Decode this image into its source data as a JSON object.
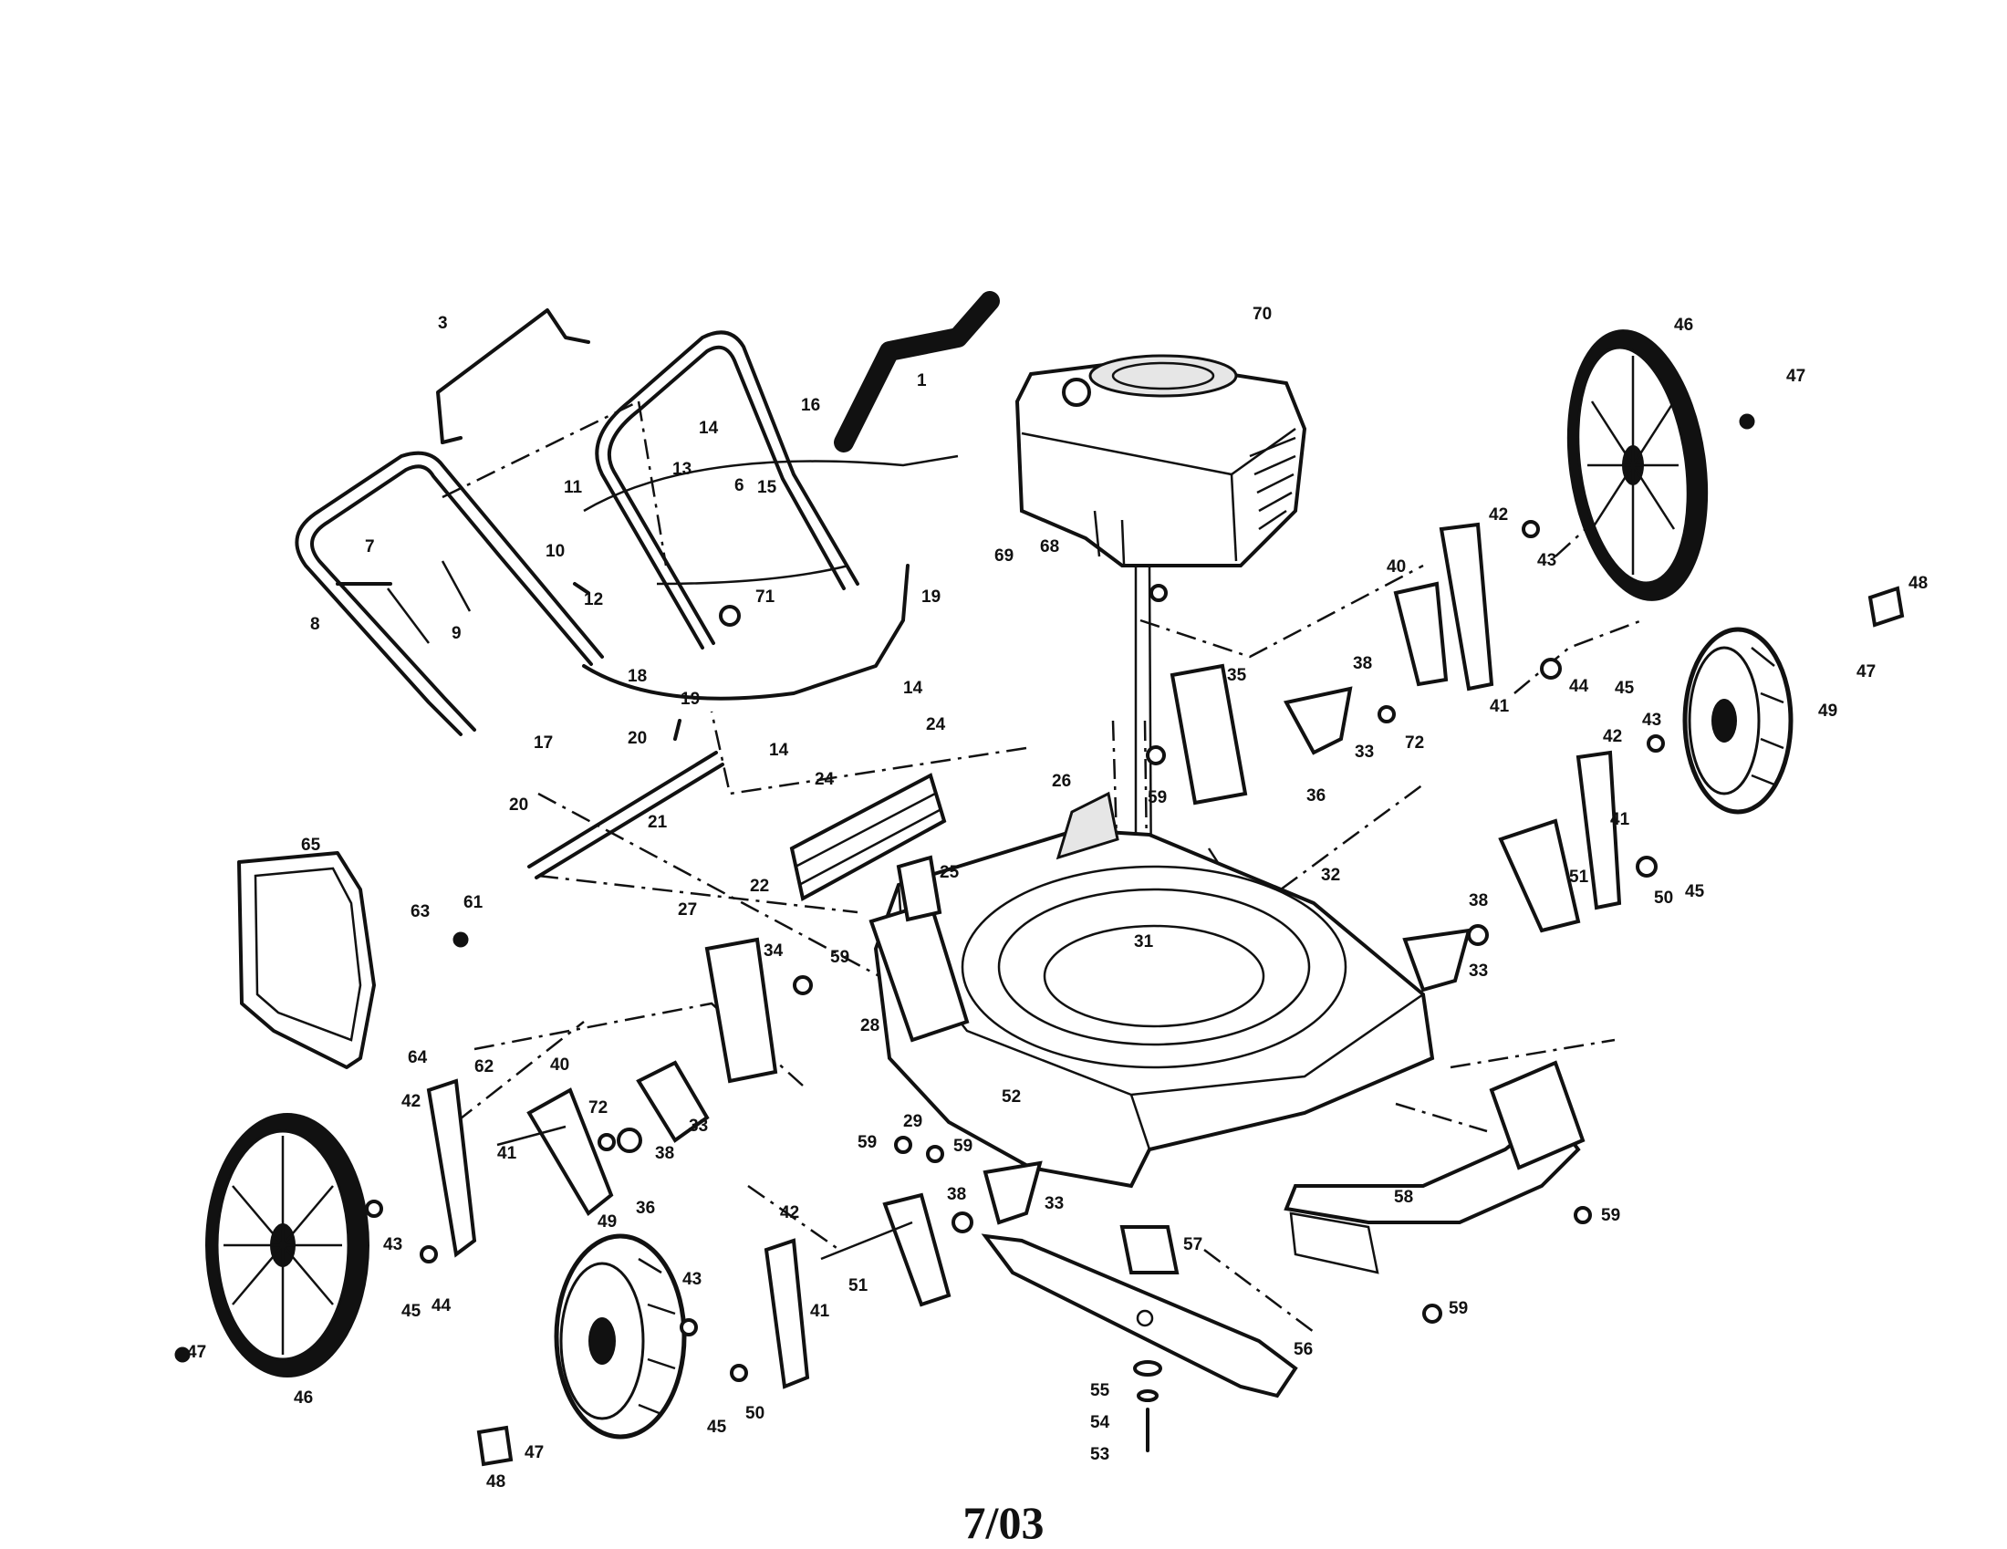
{
  "diagram": {
    "footer": "7/03",
    "callouts": [
      {
        "id": "p1",
        "text": "1"
      },
      {
        "id": "p3",
        "text": "3"
      },
      {
        "id": "p6",
        "text": "6"
      },
      {
        "id": "p7",
        "text": "7"
      },
      {
        "id": "p8",
        "text": "8"
      },
      {
        "id": "p9",
        "text": "9"
      },
      {
        "id": "p10",
        "text": "10"
      },
      {
        "id": "p11",
        "text": "11"
      },
      {
        "id": "p12",
        "text": "12"
      },
      {
        "id": "p13",
        "text": "13"
      },
      {
        "id": "p14a",
        "text": "14"
      },
      {
        "id": "p14b",
        "text": "14"
      },
      {
        "id": "p14c",
        "text": "14"
      },
      {
        "id": "p15",
        "text": "15"
      },
      {
        "id": "p16",
        "text": "16"
      },
      {
        "id": "p17",
        "text": "17"
      },
      {
        "id": "p18",
        "text": "18"
      },
      {
        "id": "p19a",
        "text": "19"
      },
      {
        "id": "p19b",
        "text": "19"
      },
      {
        "id": "p20a",
        "text": "20"
      },
      {
        "id": "p20b",
        "text": "20"
      },
      {
        "id": "p21",
        "text": "21"
      },
      {
        "id": "p22",
        "text": "22"
      },
      {
        "id": "p24a",
        "text": "24"
      },
      {
        "id": "p24b",
        "text": "24"
      },
      {
        "id": "p25",
        "text": "25"
      },
      {
        "id": "p26",
        "text": "26"
      },
      {
        "id": "p27",
        "text": "27"
      },
      {
        "id": "p28",
        "text": "28"
      },
      {
        "id": "p29",
        "text": "29"
      },
      {
        "id": "p31",
        "text": "31"
      },
      {
        "id": "p32",
        "text": "32"
      },
      {
        "id": "p33a",
        "text": "33"
      },
      {
        "id": "p33b",
        "text": "33"
      },
      {
        "id": "p33c",
        "text": "33"
      },
      {
        "id": "p33d",
        "text": "33"
      },
      {
        "id": "p34",
        "text": "34"
      },
      {
        "id": "p35",
        "text": "35"
      },
      {
        "id": "p36a",
        "text": "36"
      },
      {
        "id": "p36b",
        "text": "36"
      },
      {
        "id": "p38a",
        "text": "38"
      },
      {
        "id": "p38b",
        "text": "38"
      },
      {
        "id": "p38c",
        "text": "38"
      },
      {
        "id": "p38d",
        "text": "38"
      },
      {
        "id": "p40a",
        "text": "40"
      },
      {
        "id": "p40b",
        "text": "40"
      },
      {
        "id": "p41a",
        "text": "41"
      },
      {
        "id": "p41b",
        "text": "41"
      },
      {
        "id": "p41c",
        "text": "41"
      },
      {
        "id": "p41d",
        "text": "41"
      },
      {
        "id": "p42a",
        "text": "42"
      },
      {
        "id": "p42b",
        "text": "42"
      },
      {
        "id": "p42c",
        "text": "42"
      },
      {
        "id": "p42d",
        "text": "42"
      },
      {
        "id": "p43a",
        "text": "43"
      },
      {
        "id": "p43b",
        "text": "43"
      },
      {
        "id": "p43c",
        "text": "43"
      },
      {
        "id": "p43d",
        "text": "43"
      },
      {
        "id": "p44a",
        "text": "44"
      },
      {
        "id": "p44b",
        "text": "44"
      },
      {
        "id": "p45a",
        "text": "45"
      },
      {
        "id": "p45b",
        "text": "45"
      },
      {
        "id": "p45c",
        "text": "45"
      },
      {
        "id": "p45d",
        "text": "45"
      },
      {
        "id": "p46a",
        "text": "46"
      },
      {
        "id": "p46b",
        "text": "46"
      },
      {
        "id": "p47a",
        "text": "47"
      },
      {
        "id": "p47b",
        "text": "47"
      },
      {
        "id": "p47c",
        "text": "47"
      },
      {
        "id": "p47d",
        "text": "47"
      },
      {
        "id": "p48a",
        "text": "48"
      },
      {
        "id": "p48b",
        "text": "48"
      },
      {
        "id": "p49a",
        "text": "49"
      },
      {
        "id": "p49b",
        "text": "49"
      },
      {
        "id": "p50a",
        "text": "50"
      },
      {
        "id": "p50b",
        "text": "50"
      },
      {
        "id": "p51a",
        "text": "51"
      },
      {
        "id": "p51b",
        "text": "51"
      },
      {
        "id": "p52",
        "text": "52"
      },
      {
        "id": "p53",
        "text": "53"
      },
      {
        "id": "p54",
        "text": "54"
      },
      {
        "id": "p55",
        "text": "55"
      },
      {
        "id": "p56",
        "text": "56"
      },
      {
        "id": "p57",
        "text": "57"
      },
      {
        "id": "p58",
        "text": "58"
      },
      {
        "id": "p59a",
        "text": "59"
      },
      {
        "id": "p59b",
        "text": "59"
      },
      {
        "id": "p59c",
        "text": "59"
      },
      {
        "id": "p59d",
        "text": "59"
      },
      {
        "id": "p59e",
        "text": "59"
      },
      {
        "id": "p59f",
        "text": "59"
      },
      {
        "id": "p61",
        "text": "61"
      },
      {
        "id": "p62",
        "text": "62"
      },
      {
        "id": "p63",
        "text": "63"
      },
      {
        "id": "p64",
        "text": "64"
      },
      {
        "id": "p65",
        "text": "65"
      },
      {
        "id": "p68",
        "text": "68"
      },
      {
        "id": "p69",
        "text": "69"
      },
      {
        "id": "p70",
        "text": "70"
      },
      {
        "id": "p71",
        "text": "71"
      },
      {
        "id": "p72a",
        "text": "72"
      },
      {
        "id": "p72b",
        "text": "72"
      }
    ]
  }
}
